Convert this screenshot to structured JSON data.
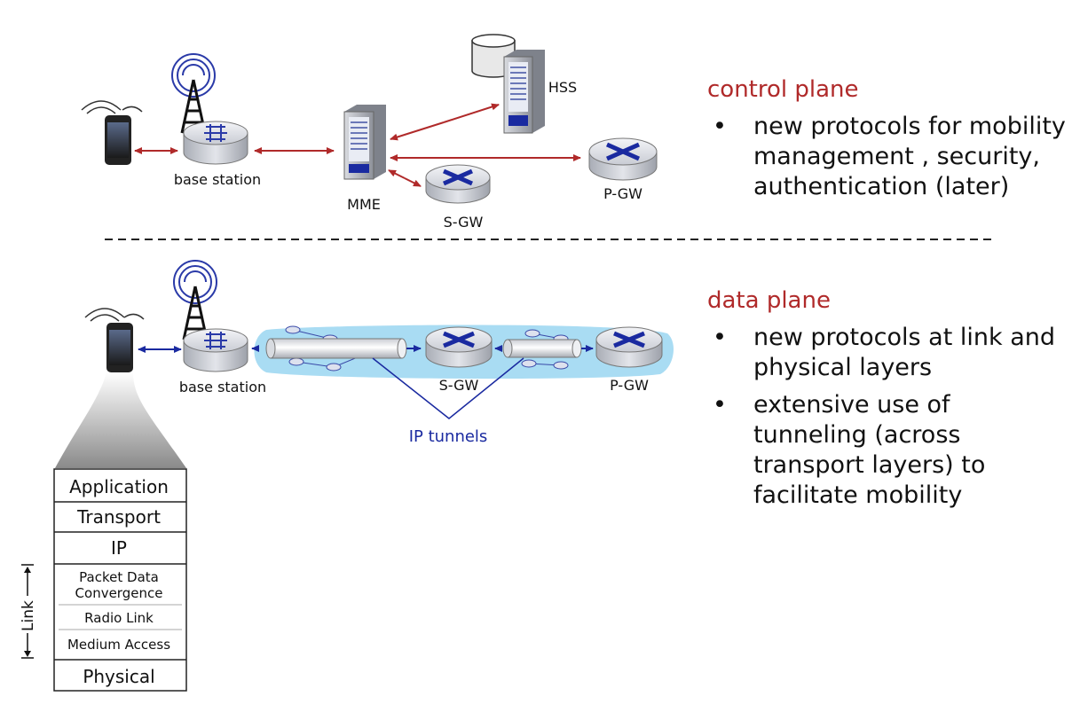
{
  "control_plane": {
    "heading": "control plane",
    "bullets": [
      "new protocols for mobility management , security, authentication (later)"
    ],
    "labels": {
      "base_station": "base station",
      "mme": "MME",
      "hss": "HSS",
      "sgw": "S-GW",
      "pgw": "P-GW"
    }
  },
  "data_plane": {
    "heading": "data plane",
    "bullets": [
      "new protocols at link and physical layers",
      "extensive use of tunneling (across transport layers) to facilitate mobility"
    ],
    "labels": {
      "base_station": "base station",
      "sgw": "S-GW",
      "pgw": "P-GW",
      "ip_tunnels": "IP tunnels"
    }
  },
  "protocol_stack": {
    "layers": [
      "Application",
      "Transport",
      "IP"
    ],
    "link_sublayers": [
      [
        "Packet Data",
        "Convergence"
      ],
      [
        "Radio Link"
      ],
      [
        "Medium Access"
      ]
    ],
    "bottom": "Physical",
    "link_label": "Link"
  },
  "colors": {
    "heading": "#b02a2a",
    "control_arrow": "#b02a2a",
    "data_arrow": "#1a2aa0",
    "tunnel_highlight": "#a9dcf3"
  }
}
